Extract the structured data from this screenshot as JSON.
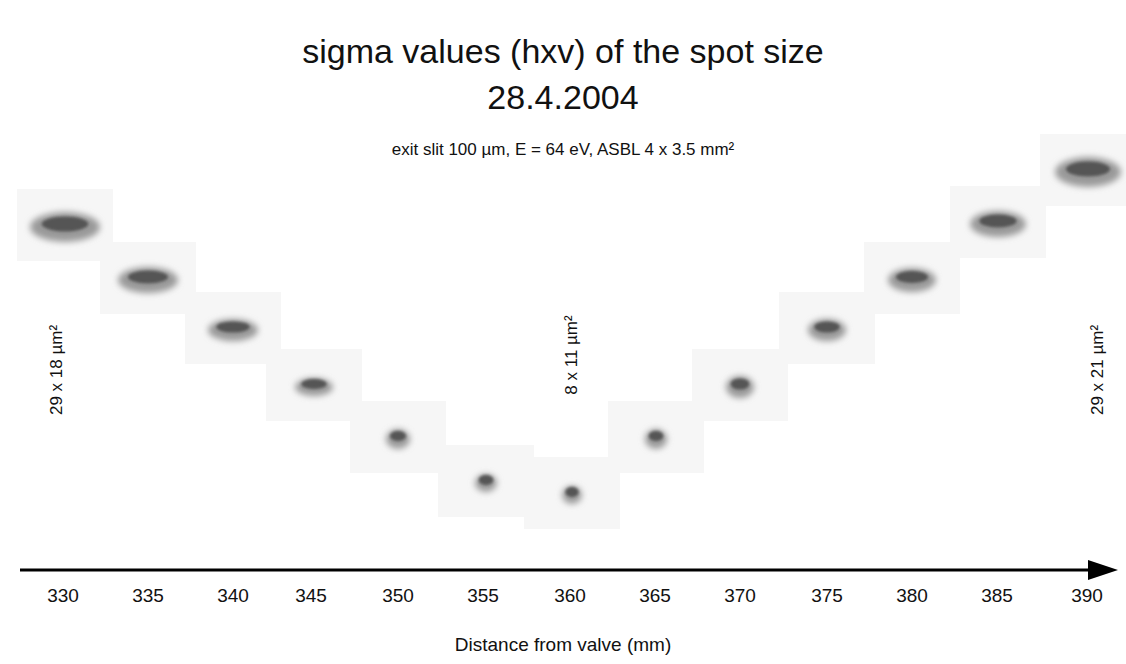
{
  "diagram": {
    "title": "sigma values (hxv) of the spot size 28.4.2004",
    "labels": [
      "exit slit 100 µm, E = 64 eV, ASBL 4 x 3.5 mm²",
      "29 x 18 µm²",
      "8 x 11 µm²",
      "29 x 21 µm²",
      "330",
      "335",
      "340",
      "345",
      "350",
      "355",
      "360",
      "365",
      "370",
      "375",
      "380",
      "385",
      "390",
      "Distance from valve (mm)"
    ]
  }
}
